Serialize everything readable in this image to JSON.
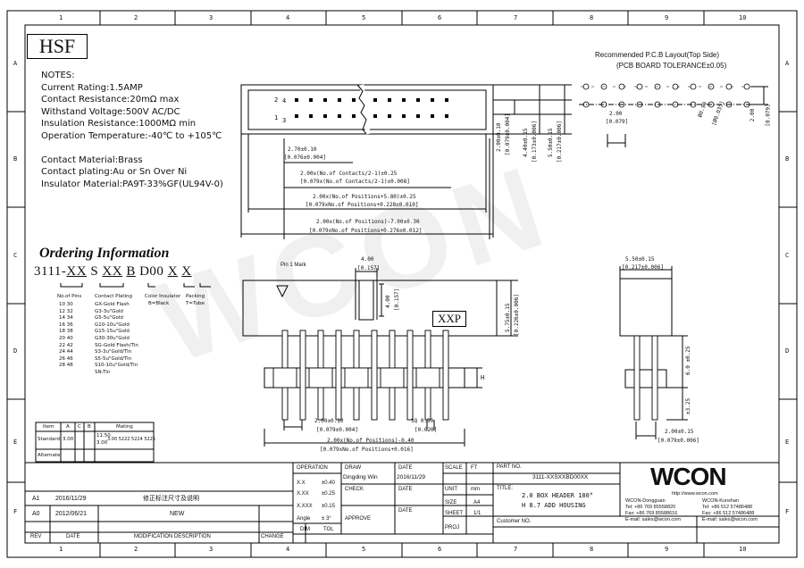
{
  "border": {
    "columns": [
      "1",
      "2",
      "3",
      "4",
      "5",
      "6",
      "7",
      "8",
      "9",
      "10"
    ],
    "rows": [
      "A",
      "B",
      "C",
      "D",
      "E",
      "F"
    ]
  },
  "brand_mark": "HSF",
  "notes": {
    "title": "NOTES:",
    "lines": [
      "Current Rating:1.5AMP",
      "Contact Resistance:20mΩ max",
      "Withstand Voltage:500V AC/DC",
      "Insulation Resistance:1000MΩ min",
      "Operation Temperature:-40℃ to +105℃",
      "",
      "Contact Material:Brass",
      "Contact plating:Au or Sn Over Ni",
      "Insulator Material:PA9T-33%GF(UL94V-0)"
    ]
  },
  "pcb_layout": {
    "title": "Recommended P.C.B Layout(Top Side)",
    "subtitle": "(PCB BOARD TOLERANCE±0.05)",
    "dim_200": "2.00",
    "dim_200_in": "[0.079]",
    "dim_dia": "Ø0.90",
    "dim_dia_in": "[Ø0.035]",
    "dim_200b": "2.00",
    "dim_200b_in": "[0.079]"
  },
  "top_view": {
    "pin_labels": [
      "2",
      "4",
      "1",
      "3"
    ],
    "dims": [
      "2.70±0.10",
      "[0.076±0.004]",
      "2.00x(No.of Contacts/2-1)±0.25",
      "[0.079x(No.of Contacts/2-1)±0.008]",
      "2.00x(No.of Positions+5.80)±0.25",
      "[0.079xNo.of Positions+0.228±0.010]",
      "2.00x(No.of Positions)-7.00±0.30",
      "[0.079xNo.of Positions+0.276±0.012]"
    ],
    "side_dims": [
      "2.00±0.10",
      "[0.079±0.004]",
      "4.40±0.15",
      "[0.173±0.006]",
      "5.50±0.15",
      "[0.217±0.006]"
    ]
  },
  "front_view": {
    "pin1_mark": "Pin 1 Mark",
    "dim_400": "4.00",
    "dim_400_in": "[0.157]",
    "dim_400v": "4.00",
    "dim_400v_in": "[0.157]",
    "part_mark": "XXP",
    "dim_575": "5.75±0.15",
    "dim_575_in": "[0.226±0.006]",
    "dim_200": "2.00±0.10",
    "dim_200_in": "[0.079±0.004]",
    "dim_sq": "SQ 0.50",
    "dim_sq_in": "[0.020]",
    "dim_pos": "2.00x(No.of Positions)-0.40",
    "dim_pos_in": "[0.079xNo.of Positions+0.016]",
    "dim_h": "H"
  },
  "side_view": {
    "dim_550": "5.50±0.15",
    "dim_550_in": "[0.217±0.006]",
    "dim_vert": "6.0 ±0.25",
    "dim_325": "±3.25",
    "dim_200": "2.00±0.15",
    "dim_200_in": "[0.079±0.006]"
  },
  "ordering": {
    "title": "Ordering Information",
    "code_parts": [
      "3111-",
      "XX",
      " S ",
      "XX",
      " ",
      "B",
      " D00 ",
      "X",
      " ",
      "X"
    ],
    "col_headers": [
      "No.of Pins",
      "Contact Plating",
      "Color Insulator",
      "Packing"
    ],
    "pins": [
      "10  30",
      "12  32",
      "14  34",
      "16  36",
      "18  38",
      "20  40",
      "22  42",
      "24  44",
      "26  46",
      "28  48"
    ],
    "platings": [
      "GX-Gold Flash",
      "G3-3u\"Gold",
      "G5-5u\"Gold",
      "G10-10u\"Gold",
      "G15-15u\"Gold",
      "G30-30u\"Gold",
      "SG-Gold Flash/Tin",
      "S3-3u\"Gold/Tin",
      "S5-5u\"Gold/Tin",
      "S10-10u\"Gold/Tin",
      "SN-Tin"
    ],
    "colors": [
      "B=Black"
    ],
    "packing": [
      "T=Tube"
    ]
  },
  "mating_table": {
    "headers": [
      "Item",
      "A",
      "C",
      "B",
      "Mating"
    ],
    "rows": [
      [
        "Standard",
        "3.00",
        "11.50",
        "3.00",
        "3.00 5222 5224 5225"
      ],
      [
        "Alternate",
        "",
        "",
        "",
        ""
      ]
    ]
  },
  "title_block": {
    "operation": "OPERATION",
    "tolerances": [
      [
        "X.X",
        "±0.40"
      ],
      [
        "X.XX",
        "±0.25"
      ],
      [
        "X.XXX",
        "±0.15"
      ],
      [
        "Angle",
        "± 3°"
      ]
    ],
    "dim_label": "DIM",
    "tol_label": "TOL",
    "draw_label": "DRAW",
    "draw_value": "Dingding Win",
    "check_label": "CHECK",
    "approve_label": "APPROVE",
    "date_label": "DATE",
    "date_value": "2016/11/29",
    "scale_label": "SCALE",
    "unit_label": "UNIT",
    "unit_value": "mm",
    "size_label": "SIZE",
    "size_value": "A4",
    "sheet_label": "SHEET",
    "sheet_value": "1/1",
    "proj_label": "PROJ",
    "ft_label": "FT",
    "part_no_label": "PART NO.",
    "part_no_value": "3111-XXSXXBD00XX",
    "title_label": "TITLE:",
    "title_line1": "2.0 BOX HEADER 180°",
    "title_line2": "H 8.7 ADD HOUSING",
    "customer_label": "Customer NO.",
    "company_brand": "WCON",
    "company_url": "http://www.wcon.com",
    "office_left": [
      "WCON-Dongguan",
      "Tel: +86 769 85558820",
      "Fax: +86 769 85588616",
      "E-mail: sales@wcon.com"
    ],
    "office_right": [
      "WCON-Kunshan",
      "Tel: +86 512 57486488",
      "Fax: +86 512 57486488",
      "E-mail: sales@wcon.com"
    ]
  },
  "revisions": [
    {
      "rev": "A1",
      "date": "2016/11/29",
      "desc": "修正标注尺寸及说明"
    },
    {
      "rev": "A0",
      "date": "2012/06/21",
      "desc": "NEW"
    }
  ],
  "rev_headers": {
    "rev": "REV",
    "date": "DATE",
    "desc": "MODIFICATION DESCRIPTION",
    "change": "CHANGE"
  },
  "watermark": "WCON"
}
